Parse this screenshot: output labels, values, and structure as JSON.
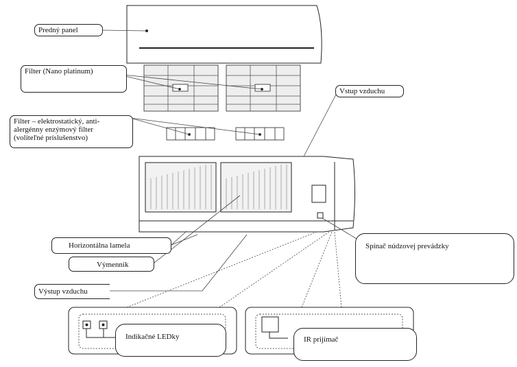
{
  "labels": {
    "front_panel": "Predný panel",
    "filter_nano": "Filter (Nano platinum)",
    "air_inlet": "Vstup vzduchu",
    "filter_electro_line1": "Filter – elektrostatický, anti-",
    "filter_electro_line2": "alergénny enzýmový filter",
    "filter_electro_line3": "(voliteľné príslušenstvo)",
    "horizontal_louver": "Horizontálna lamela",
    "heat_exchanger": "Výmenník",
    "air_outlet": "Výstup vzduchu",
    "emergency_switch": "Spínač núdzovej prevádzky",
    "indicator_leds": "Indikačné LEDky",
    "ir_receiver": "IR prijímač"
  }
}
